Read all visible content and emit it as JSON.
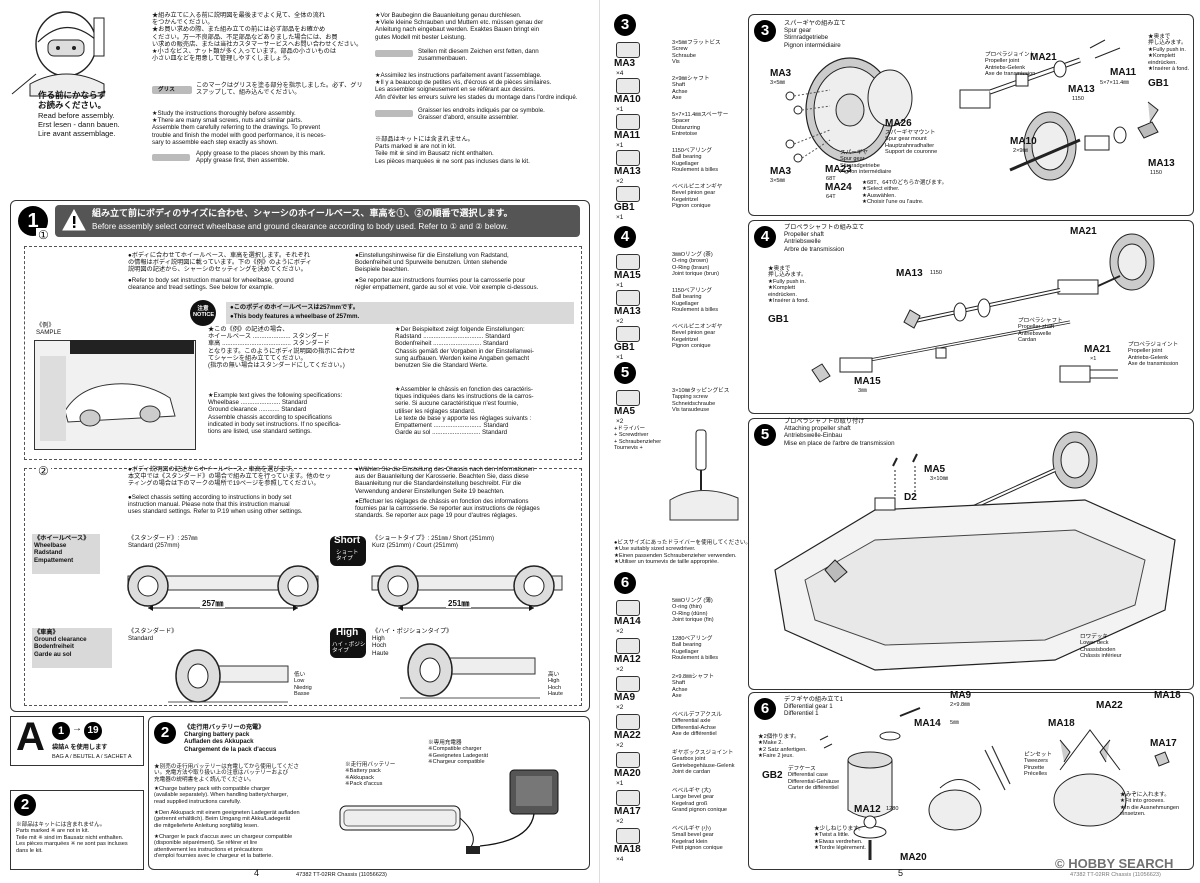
{
  "pages": {
    "left_number": "4",
    "left_footer": "47382  TT-02RR Chassis (11056623)",
    "right_number": "5",
    "right_footer": "47382  TT-02RR Chassis (11056623)"
  },
  "intro": {
    "jp_title": "作る前にかならず\nお読みください。",
    "en_title": "Read before assembly.",
    "de_title": "Erst lesen - dann bauen.",
    "fr_title": "Lire avant assemblage.",
    "jp_text": "★組み立てに入る前に説明図を最後までよく見て、全体の流れ\nをつかんでください。\n★お買い求めの際、また組み立ての前には必ず部品をお確かめ\nください。万一不良部品、不足部品などありました場合には、お買\nい求めの販売店、または当社カスタマーサービスへお問い合わせください。\n★小さなビス、ナット類が多く入っています。部品の小さいものは\n小さい皿などを用意して管理しやすくしましょう。",
    "grease_label": "グリス",
    "grease_jp": "このマークはグリスを塗る部分を指示しました。必ず、グリスアップして、組み込んでください。",
    "en_text": "★Study the instructions thoroughly before assembly.\n★There are many small screws, nuts and similar parts.\nAssemble them carefully referring to the drawings. To prevent\ntrouble and finish the model with good performance, it is neces-\nsary to assemble each step exactly as shown.",
    "grease_en": "Apply grease to the places shown by this mark.\nApply grease first, then assemble.",
    "de_text": "★Vor Baubeginn die Bauanleitung genau durchlesen.\n★Viele kleine Schrauben und Muttern etc. müssen genau der\nAnleitung nach eingebaut werden. Exaktes Bauen bringt ein\ngutes Modell mit bester Leistung.",
    "grease_de": "Stellen mit diesem Zeichen erst fetten, dann\nzusammenbauen.",
    "fr_text": "★Assimilez les instructions parfaitement avant l'assemblage.\n★Il y a beaucoup de petites vis, d'écrous et de pièces similaires.\nLes assembler soigneusement en se référant aux dessins.\nAfin d'éviter les erreurs suivre les stades du montage dans l'ordre indiqué.",
    "grease_fr": "Graisser les endroits indiqués par ce symbole.\nGraisser d'abord, ensuite assembler.",
    "parts_note": "※部品はキットには含まれません。\nParts marked ※ are not in kit.\nTeile mit ※ sind im Bausatz nicht enthalten.\nLes pièces marquées ※ ne sont pas incluses dans le kit."
  },
  "step1": {
    "num": "1",
    "warn_jp": "組み立て前にボディのサイズに合わせ、シャーシのホイールベース、車高を①、②の順番で選択します。",
    "warn_en": "Before assembly select correct wheelbase and ground clearance according to body used. Refer to ① and ② below.",
    "sub1": "①",
    "sub1_jp": "●ボディに合わせてホイールベース、車高を選択します。それぞれ\nの情報はボディ説明図に載っています。下の《例》のようにボディ\n説明図の記述から、シャーシのセッティングを決めてください。",
    "sub1_en": "●Refer to body set instruction manual for wheelbase, ground\nclearance and tread settings. See below for example.",
    "sub1_de": "●Einstellungshinweise für die Einstellung von Radstand,\nBodenfreiheit und Spurweite benutzen. Unten stehende\nBeispiele beachten.",
    "sub1_fr": "●Se reporter aux instructions fournies pour la carrosserie pour\nrégler empattement, garde au sol et voie. Voir exemple ci-dessous.",
    "notice_label": "注意\nNOTICE",
    "notice_jp": "●このボディのホイールベースは257mmです。",
    "notice_en": "●This body features a wheelbase of 257mm.",
    "example_label": "《例》\nSAMPLE",
    "box_jp": "★この《例》の記述の場合、\nホイールベース ...................... スタンダード\n車高 ........................................ スタンダード\nとなります。このようにボディ説明図の指示に合わせ\nてシャーシを組み立ててください。\n(指示の無い場合はスタンダードにしてください。)",
    "box_en": "★Example text gives the following specifications:\nWheelbase ....................... Standard\nGround clearance ............ Standard\nAssemble chassis according to specifications\nindicated in body set instructions. If no specifica-\ntions are listed, use standard settings.",
    "box_de": "★Der Beispieltext zeigt folgende Einstellungen:\nRadstand ................................... Standard\nBodenfreiheit ............................ Standard\nChassis gemäß der Vorgaben in der Einstellanwei-\nsung aufbauen. Werden keine Angaben gemacht\nbenutzen Sie die Standard Werte.",
    "box_fr": "★Assembler le châssis en fonction des caractéris-\ntiques indiquées dans les instructions de la carros-\nserie. Si aucune caractéristique n'est fournie,\nutiliser les réglages standard.\nLe texte de base y apporte les réglages suivants :\nEmpattement ............................ Standard\nGarde au sol ............................ Standard",
    "sub2": "②",
    "sub2_jp": "●ボディ説明図の記述からホイールベース、車高を選びます。\n本文中では《スタンダード》の場合で組み立てを行っています。他のセッ\nティングの場合は下のマークの場所で19ページを参照してください。",
    "sub2_en": "●Select chassis setting according to instructions in body set\ninstruction manual. Please note that this instruction manual\nuses standard settings. Refer to P.19 when using other settings.",
    "sub2_de": "●Wählen Sie die Einstellung des Chassis nach den Informationen\naus der Bauanleitung der Karosserie. Beachten Sie, dass diese\nBauanleitung nur die Standardeinstellung beschreibt. Für die\nVerwendung anderer Einstellungen Seite 19 beachten.",
    "sub2_fr": "●Effectuer les réglages de châssis en fonction des informations\nfournies par la carrosserie. Se reporter aux instructions de réglages\nstandards. Se reporter aux page 19 pour d'autres réglages.",
    "wb_label": "《ホイールベース》\nWheelbase\nRadstand\nEmpattement",
    "wb_std": "《スタンダード》: 257㎜\nStandard (257mm)",
    "wb_dim": "257㎜",
    "short_badge": "Short",
    "short_sub": "ショート\nタイプ",
    "wb_short": "《ショートタイプ》: 251㎜ / Short (251mm)\nKurz (251mm) / Court (251mm)",
    "wb_dim2": "251㎜",
    "gc_label": "《車高》\nGround clearance\nBodenfreiheit\nGarde au sol",
    "gc_std": "《スタンダード》\nStandard",
    "high_badge": "High",
    "high_sub": "ハイ・ポジション\nタイプ",
    "gc_high": "《ハイ・ポジションタイプ》\nHigh\nHoch\nHaute",
    "low_label": "低い\nLow\nNiedrig\nBasse",
    "high_label": "高い\nHigh\nHoch\nHaute"
  },
  "bagA": {
    "letter": "A",
    "range_from": "1",
    "range_to": "19",
    "jp": "袋詰A を使用します",
    "en": "BAG A / BEUTEL A / SACHET A"
  },
  "tool_note": {
    "num": "2",
    "text": "※部品はキットには含まれません。\nParts marked ※ are not in kit.\nTeile mit ※ sind im Bausatz nicht enthalten.\nLes pièces marquées ※ ne sont pas incluses dans le kit."
  },
  "step2": {
    "num": "2",
    "title": "《走行用バッテリーの充電》\nCharging battery pack\nAufladen des Akkupack\nChargement de la pack d'accus",
    "jp": "★別売の走行用バッテリーは充電してから使用してくださ\nい。充電方法や取り扱い上の注意はバッテリーおよび\n充電器の説明書をよく読んでください。",
    "en": "★Charge battery pack with compatible charger\n(available separately). When handling battery/charger,\nread supplied instructions carefully.",
    "de": "★Den Akkupack mit einem geeigneten Ladegerät aufladen\n(getrennt erhältlich). Beim Umgang mit Akku/Ladegerät\ndie mitgelieferte Anleitung sorgfältig lesen.",
    "fr": "★Charger le pack d'accus avec un chargeur compatible\n(disponible séparément). Se référer et lire\nattentivement les instructions et précautions\nd'emploi fournies avec le chargeur et la batterie.",
    "charger": "※専用充電器\n※Compatible charger\n※Geeignetes Ladegerät\n※Chargeur compatible",
    "battery": "※走行用バッテリー\n※Battery pack\n※Akkupack\n※Pack d'accus"
  },
  "parts3": {
    "num": "3",
    "items": [
      {
        "code": "MA3",
        "qty": "×4",
        "desc": "3×5㎜フラットビス\nScrew\nSchraube\nVis"
      },
      {
        "code": "MA10",
        "qty": "×1",
        "desc": "2×9㎜シャフト\nShaft\nAchse\nAxe"
      },
      {
        "code": "MA11",
        "qty": "×1",
        "desc": "5×7×11.4㎜スペーサー\nSpacer\nDistanzring\nEntretoise"
      },
      {
        "code": "MA13",
        "qty": "×2",
        "desc": "1150ベアリング\nBall bearing\nKugellager\nRoulement à billes"
      },
      {
        "code": "GB1",
        "qty": "×1",
        "desc": "ベベルピニオンギヤ\nBevel pinion gear\nKegelritzel\nPignon conique"
      }
    ]
  },
  "parts4": {
    "num": "4",
    "items": [
      {
        "code": "MA15",
        "qty": "×1",
        "desc": "3㎜Oリング (茶)\nO-ring (brown)\nO-Ring (braun)\nJoint torique (brun)"
      },
      {
        "code": "MA13",
        "qty": "×2",
        "desc": "1150ベアリング\nBall bearing\nKugellager\nRoulement à billes"
      },
      {
        "code": "GB1",
        "qty": "×1",
        "desc": "ベベルピニオンギヤ\nBevel pinion gear\nKegelritzel\nPignon conique"
      }
    ]
  },
  "parts5": {
    "num": "5",
    "items": [
      {
        "code": "MA5",
        "qty": "×2",
        "desc": "3×10㎜タッピングビス\nTapping screw\nSchneidschraube\nVis taraudeuse"
      }
    ],
    "driver": "+ドライバー\n+ Screwdriver\n+ Schraubenzieher\nTournevis +",
    "driver_note": "●ビスサイズにあったドライバーを使用してください。\n★Use suitably sized screwdriver.\n★Einen passenden Schraubenzieher verwenden.\n★Utiliser un tournevis de taille appropriée."
  },
  "parts6": {
    "num": "6",
    "items": [
      {
        "code": "MA14",
        "qty": "×2",
        "desc": "5㎜Oリング (薄)\nO-ring (thin)\nO-Ring (dünn)\nJoint torique (fin)"
      },
      {
        "code": "MA12",
        "qty": "×2",
        "desc": "1280ベアリング\nBall bearing\nKugellager\nRoulement à billes"
      },
      {
        "code": "MA9",
        "qty": "×2",
        "desc": "2×9.8㎜シャフト\nShaft\nAchse\nAxe"
      },
      {
        "code": "MA22",
        "qty": "×2",
        "desc": "ベベルデフアクスル\nDifferential axle\nDifferential-Achse\nAxe de différentiel"
      },
      {
        "code": "MA20",
        "qty": "×1",
        "desc": "ギヤボックスジョイント\nGearbox joint\nGetriebegehäuse-Gelenk\nJoint de cardan"
      },
      {
        "code": "MA17",
        "qty": "×2",
        "desc": "ベベルギヤ (大)\nLarge bevel gear\nKegelrad groß\nGrand pignon conique"
      },
      {
        "code": "MA18",
        "qty": "×4",
        "desc": "ベベルギヤ (小)\nSmall bevel gear\nKegelrad klein\nPetit pignon conique"
      }
    ]
  },
  "step3": {
    "num": "3",
    "title": "スパーギヤの組み立て\nSpur gear\nStirnradgetriebe\nPignon intermédiaire",
    "labels": {
      "ma3a": "MA3",
      "ma3a_sub": "3×5㎜",
      "ma3b": "MA3",
      "ma3b_sub": "3×5㎜",
      "ma21": "MA21",
      "ma21_desc": "プロペラジョイント\nPropeller joint\nAntriebs-Gelenk\nAxe de transmission",
      "ma11": "MA11",
      "ma11_sub": "5×7×11.4㎜",
      "ma13a": "MA13",
      "ma13a_sub": "1150",
      "ma13b": "MA13",
      "ma13b_sub": "1150",
      "gb1": "GB1",
      "ma26": "MA26",
      "ma26_desc": "スパーギヤマウント\nSpur gear mount\nHauptzahnradhalter\nSupport de couronne",
      "spur": "スパーギヤ\nSpur gear\nStirnradgetriebe\nPignon intermédiaire",
      "ma23": "MA23",
      "ma23_sub": "68T",
      "ma24": "MA24",
      "ma24_sub": "64T",
      "ma10": "MA10",
      "ma10_sub": "2×9㎜",
      "gear_note": "★68T、64Tのどちらか選びます。\n★Select either.\n★Auswählen.\n★Choisir l'une ou l'autre.",
      "push": "★奥まで\n押し込みます。\n★Fully push in.\n★Komplett\neindrücken.\n★Insérer à fond."
    }
  },
  "step4": {
    "num": "4",
    "title": "プロペラシャフトの組み立て\nPropeller shaft\nAntriebswelle\nArbre de transmission",
    "labels": {
      "ma21": "MA21",
      "ma13": "MA13",
      "ma13_sub": "1150",
      "gb1": "GB1",
      "push": "★奥まで\n押し込みます。\n★Fully push in.\n★Komplett\neindrücken.\n★Insérer à fond.",
      "shaft": "プロペラシャフト\nPropeller shaft\nAntriebswelle\nCardan",
      "ma15": "MA15",
      "ma15_sub": "3㎜",
      "ma21b": "MA21",
      "ma21b_qty": "×1",
      "ma21b_desc": "プロペラジョイント\nPropeller joint\nAntriebs-Gelenk\nAxe de transmission"
    }
  },
  "step5": {
    "num": "5",
    "title": "プロペラシャフトの取り付け\nAttaching propeller shaft\nAntriebswelle-Einbau\nMise en place de l'arbre de transmission",
    "labels": {
      "ma5": "MA5",
      "ma5_sub": "3×10㎜",
      "d2": "D2",
      "deck": "ロワデッキ\nLower deck\nChassisboden\nChâssis inférieur"
    }
  },
  "step6": {
    "num": "6",
    "title": "デフギヤの組み立て1\nDifferential gear 1\nDifferentiel 1",
    "labels": {
      "ma9": "MA9",
      "ma9_sub": "2×9.8㎜",
      "ma14": "MA14",
      "ma14_sub": "5㎜",
      "ma22": "MA22",
      "ma18a": "MA18",
      "ma18b": "MA18",
      "ma17": "MA17",
      "make2": "★2個作ります。\n★Make 2.\n★2 Satz anfertigen.\n★Faire 2 jeux.",
      "gb2": "GB2",
      "gb2_desc": "デフケース\nDifferential case\nDifferential-Gehäuse\nCarter de différentiel",
      "tweezers": "ピンセット\nTweezers\nPinzette\nPrécelles",
      "ma12": "MA12",
      "ma12_sub": "1280",
      "twist": "★少しねじります。\n★Twist a little.\n★Etwas verdrehen.\n★Tordre légèrement.",
      "fit": "★みぞに入れます。\n★Fit into grooves.\n★In die Ausnehmungen\neinsetzen.",
      "ma20": "MA20"
    }
  },
  "watermark": "© HOBBY SEARCH",
  "colors": {
    "ink": "#111111",
    "gray": "#dcdcdc",
    "mid": "#6a6a6a",
    "banner": "#4b4b4b"
  }
}
